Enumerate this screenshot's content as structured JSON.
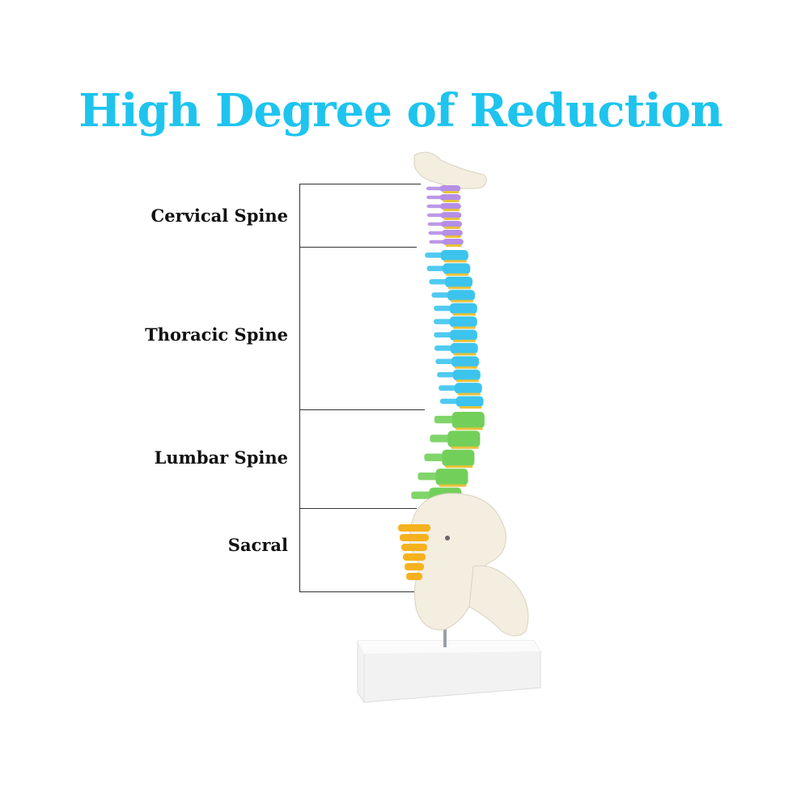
{
  "title": "High Degree of Reduction",
  "labels": {
    "cervical": "Cervical Spine",
    "thoracic": "Thoracic Spine",
    "lumbar": "Lumbar Spine",
    "sacral": "Sacral"
  },
  "colors": {
    "title": "#1ec4ee",
    "cervical": "#b58ee6",
    "thoracic": "#3cc4ee",
    "lumbar": "#72d05a",
    "sacral": "#f5b21e",
    "bone": "#f3eee0",
    "disc": "#e8c23a"
  }
}
